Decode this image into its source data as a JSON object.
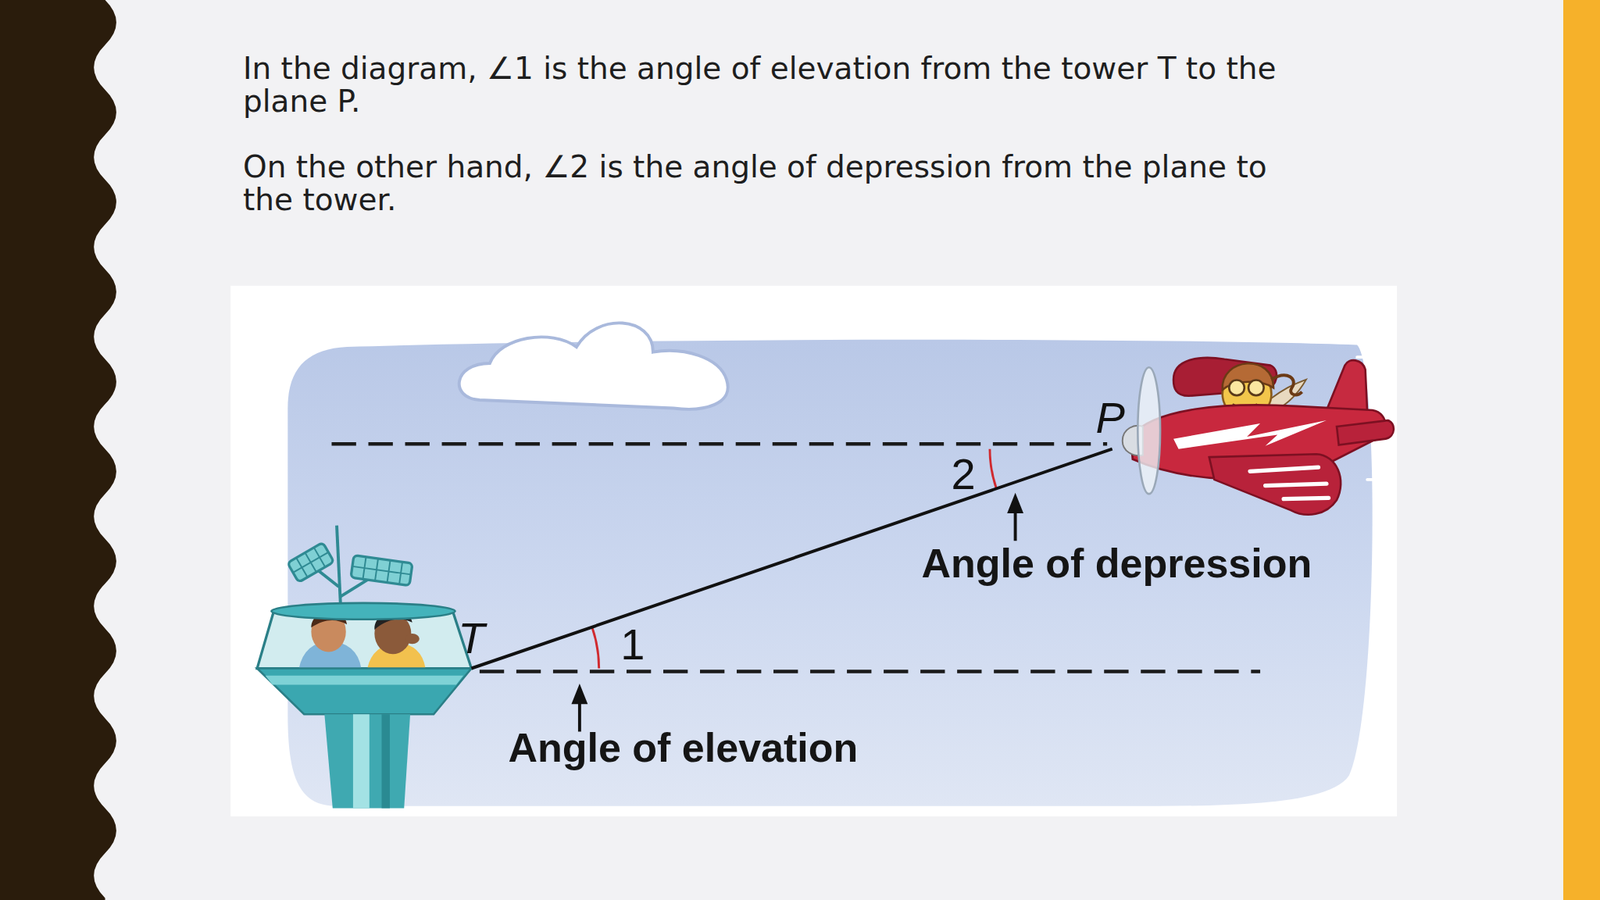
{
  "diagram": {
    "nodes": [
      {
        "text": [
          "P"
        ]
      },
      {
        "text": [
          "T"
        ]
      }
    ],
    "edges": [
      {
        "from": 1,
        "to": 0,
        "arrow": "none"
      }
    ],
    "labels": [
      "In the diagram, ∠1 is the angle of elevation from the tower T to the plane P.",
      "On the other hand, ∠2 is the angle of depression from the plane to the tower.",
      "2",
      "Angle of depression",
      "1",
      "Angle of elevation"
    ]
  }
}
